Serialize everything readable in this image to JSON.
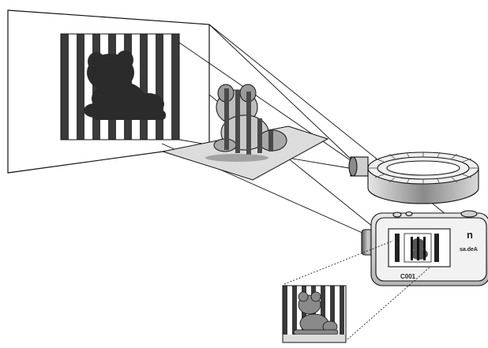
{
  "camera": {
    "model_text": "C001",
    "side_text": "sa.deA",
    "top_glyph": "n"
  },
  "colors": {
    "ink": "#111111",
    "stripe_dark": "#3a3a3a",
    "stripe_light": "#ffffff",
    "silhouette": "#2b2b2b",
    "floor_plane": "#dcdcdc",
    "ring_top": "#f0f0f0",
    "body_side": "#bdbdbd"
  },
  "elements": {
    "projection_screen": "back-projection-screen",
    "projector": "ring-light-projector",
    "camera": "digital-camera",
    "output": "captured-image"
  }
}
